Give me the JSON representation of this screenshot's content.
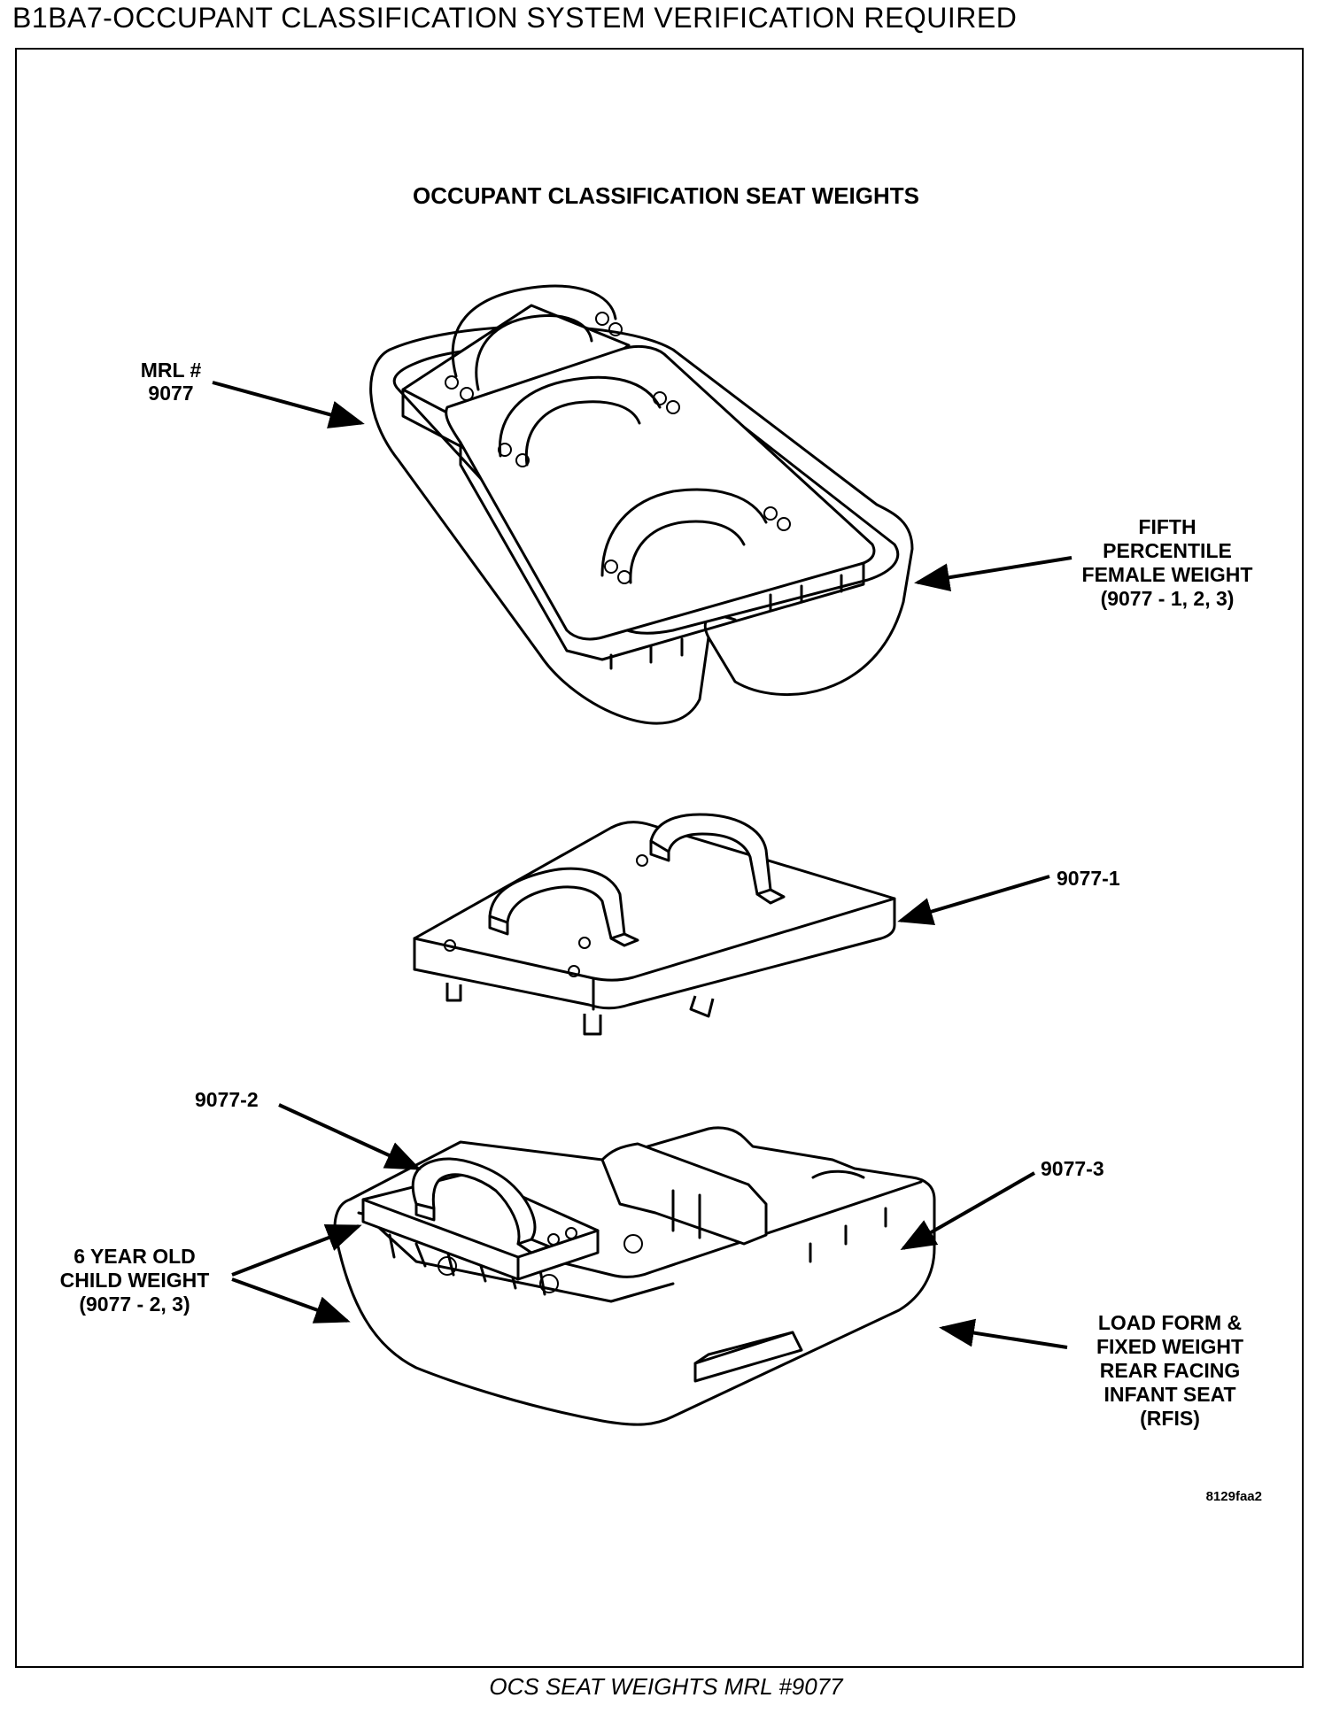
{
  "page": {
    "title": "B1BA7-OCCUPANT CLASSIFICATION SYSTEM VERIFICATION REQUIRED",
    "caption": "OCS SEAT WEIGHTS MRL #9077"
  },
  "diagram": {
    "heading": "OCCUPANT CLASSIFICATION SEAT WEIGHTS",
    "labels": {
      "mrl": [
        "MRL #",
        "9077"
      ],
      "fifth_percentile": [
        "FIFTH",
        "PERCENTILE",
        "FEMALE WEIGHT",
        "(9077 - 1, 2, 3)"
      ],
      "part_1": "9077-1",
      "part_2": "9077-2",
      "part_3": "9077-3",
      "child_weight": [
        "6 YEAR OLD",
        "CHILD WEIGHT",
        "(9077 - 2, 3)"
      ],
      "load_form": [
        "LOAD FORM &",
        "FIXED WEIGHT",
        "REAR FACING",
        "INFANT SEAT",
        "(RFIS)"
      ],
      "figure_code": "8129faa2"
    }
  },
  "colors": {
    "ink": "#000000",
    "paper": "#ffffff"
  }
}
